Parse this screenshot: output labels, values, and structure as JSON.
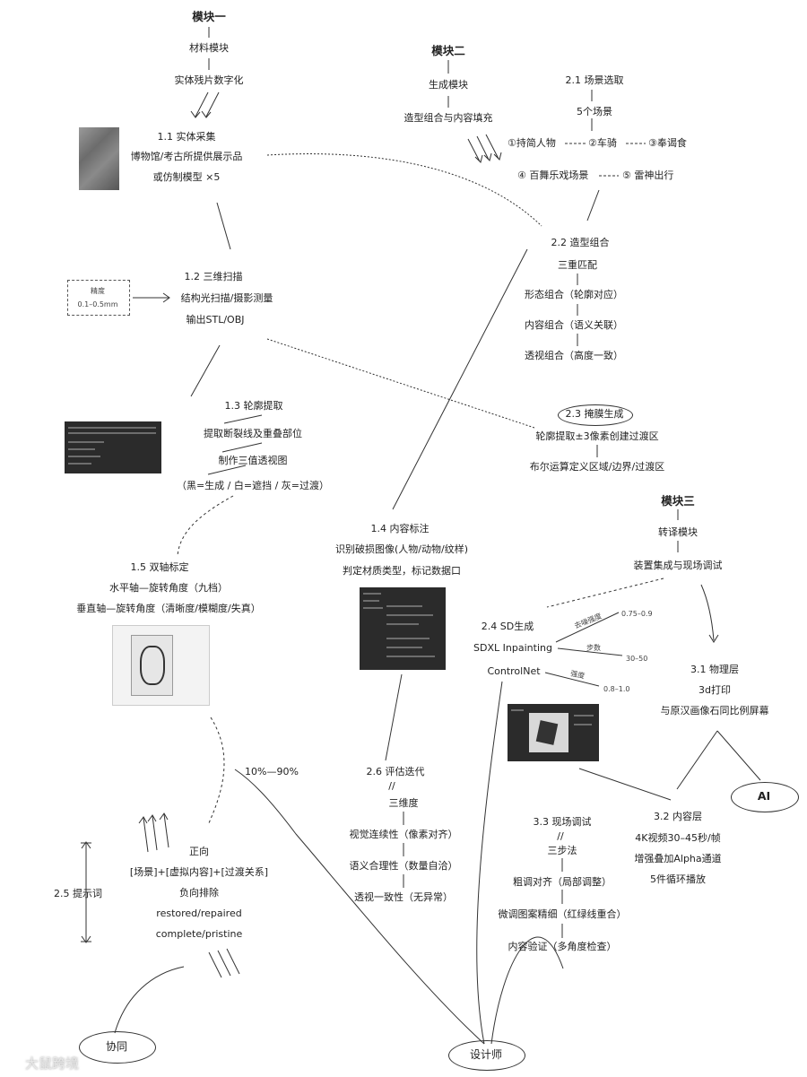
{
  "m1": {
    "title": "模块一",
    "sub1": "材料模块",
    "sub2": "实体残片数字化",
    "s11_title": "1.1 实体采集",
    "s11_l1": "博物馆/考古所提供展示品",
    "s11_l2": "或仿制模型 ×5",
    "s12_title": "1.2 三维扫描",
    "s12_l1": "结构光扫描/摄影测量",
    "s12_l2": "输出STL/OBJ",
    "prec_label": "精度",
    "prec_value": "0.1–0.5mm",
    "s13_title": "1.3 轮廓提取",
    "s13_l1": "提取断裂线及重叠部位",
    "s13_l2": "制作三值透视图",
    "s13_l3": "（黑=生成 / 白=遮挡 / 灰=过渡）",
    "s15_title": "1.5 双轴标定",
    "s15_l1": "水平轴—旋转角度（九档）",
    "s15_l2": "垂直轴—旋转角度（清晰度/模糊度/失真）",
    "range": "10%—90%"
  },
  "m2": {
    "title": "模块二",
    "sub1": "生成模块",
    "sub2": "造型组合与内容填充",
    "s21_title": "2.1 场景选取",
    "s21_count": "5个场景",
    "scene1": "①持简人物",
    "scene2": "②车骑",
    "scene3": "③奉谒食",
    "scene4": "④ 百舞乐戏场景",
    "scene5": "⑤ 雷神出行",
    "s22_title": "2.2 造型组合",
    "s22_l0": "三重匹配",
    "s22_l1": "形态组合（轮廓对应）",
    "s22_l2": "内容组合（语义关联）",
    "s22_l3": "透视组合（高度一致）",
    "s23_title": "2.3 掩膜生成",
    "s23_l1": "轮廓提取±3像素创建过渡区",
    "s23_l2": "布尔运算定义区域/边界/过渡区",
    "s14_title": "1.4 内容标注",
    "s14_l1": "识别破损图像(人物/动物/纹样)",
    "s14_l2": "判定材质类型，标记数据口",
    "s24_title": "2.4 SD生成",
    "s24_l1": "SDXL Inpainting",
    "s24_l2": "ControlNet",
    "p1_label": "去噪强度",
    "p1_value": "0.75–0.9",
    "p2_label": "步数",
    "p2_value": "30–50",
    "p3_label": "强度",
    "p3_value": "0.8–1.0",
    "s26_title": "2.6 评估迭代",
    "s26_mark": "//",
    "s26_l0": "三维度",
    "s26_l1": "视觉连续性（像素对齐）",
    "s26_l2": "语义合理性（数量自洽）",
    "s26_l3": "透视一致性（无异常）",
    "s25_title": "2.5 提示词",
    "s25_l0": "正向",
    "s25_l1": "[场景]+[虚拟内容]+[过渡关系]",
    "s25_l2": "负向排除",
    "s25_l3": "restored/repaired",
    "s25_l4": "complete/pristine"
  },
  "m3": {
    "title": "模块三",
    "sub1": "转译模块",
    "sub2": "装置集成与现场调试",
    "s31_title": "3.1 物理层",
    "s31_l1": "3d打印",
    "s31_l2": "与原汉画像石同比例屏幕",
    "s32_title": "3.2 内容层",
    "s32_l1": "4K视频30–45秒/帧",
    "s32_l2": "增强叠加Alpha通道",
    "s32_l3": "5件循环播放",
    "s33_title": "3.3 现场调试",
    "s33_mark": "//",
    "s33_l0": "三步法",
    "s33_l1": "粗调对齐（局部调整）",
    "s33_l2": "微调图案精细（红绿线重合）",
    "s33_l3": "内容验证（多角度检查）"
  },
  "roles": {
    "ai": "AI",
    "designer": "设计师",
    "collab": "协同"
  },
  "watermark": "大鼠跨境"
}
